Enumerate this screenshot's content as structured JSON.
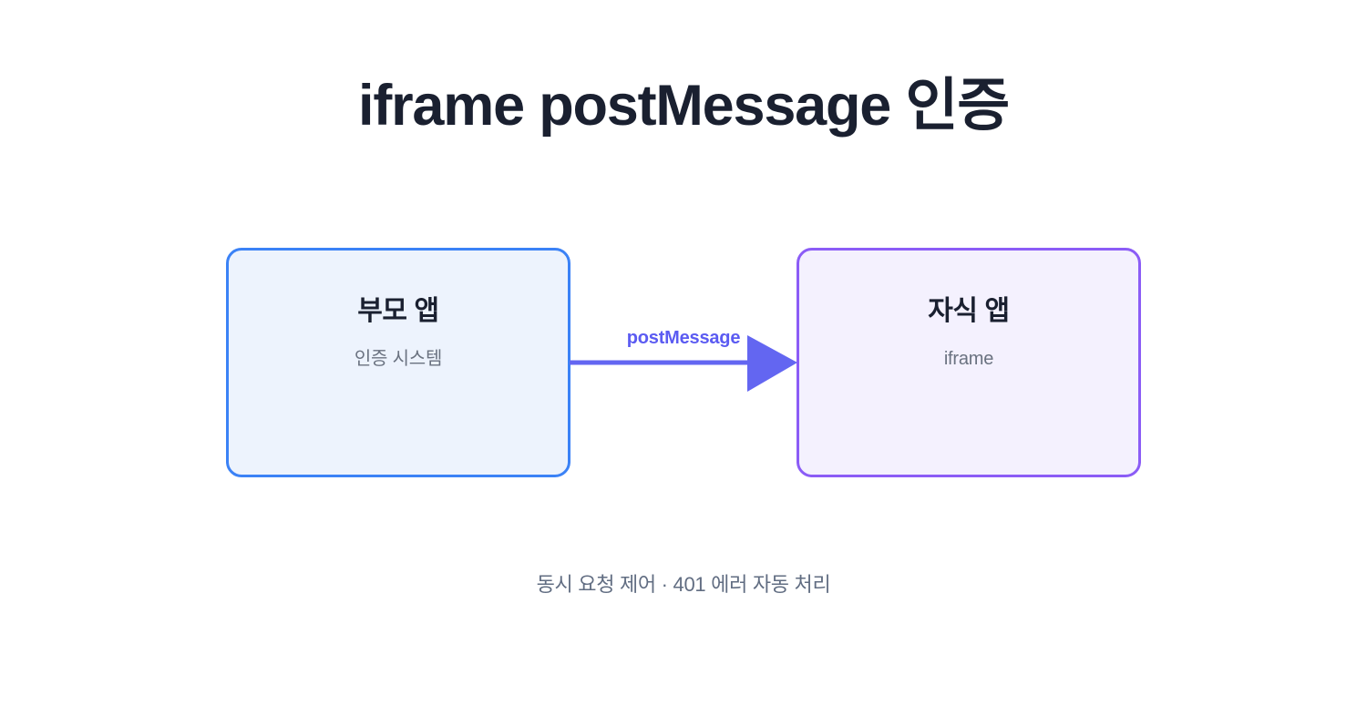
{
  "diagram": {
    "title": "iframe postMessage 인증",
    "caption": "동시 요청 제어 · 401 에러 자동 처리",
    "background_color": "#ffffff",
    "title_color": "#1a2030",
    "caption_color": "#616d82",
    "nodes": [
      {
        "id": "parent-app",
        "title": "부모 앱",
        "subtitle": "인증 시스템",
        "fill_color": "#edf3fd",
        "border_color": "#3b82f6"
      },
      {
        "id": "child-app",
        "title": "자식 앱",
        "subtitle": "iframe",
        "fill_color": "#f4f1fe",
        "border_color": "#8b5cf6"
      }
    ],
    "connector": {
      "label": "postMessage",
      "from": "parent-app",
      "to": "child-app",
      "direction": "right",
      "color": "#6366f1",
      "label_color": "#5b5bf2"
    }
  }
}
